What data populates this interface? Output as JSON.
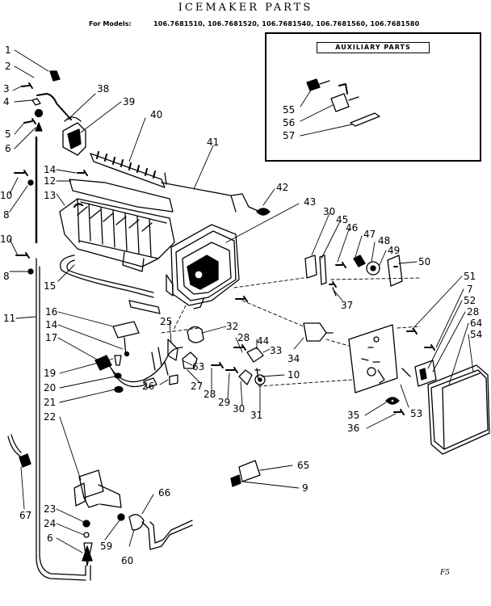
{
  "title": "ICEMAKER PARTS",
  "models_label": "For Models:",
  "models": "106.7681510, 106.7681520, 106.7681540, 106.7681560, 106.7681580",
  "auxiliary_title": "AUXILIARY PARTS",
  "page_code": "F5",
  "parts": [
    {
      "id": "p1",
      "label": "1"
    },
    {
      "id": "p2",
      "label": "2"
    },
    {
      "id": "p3",
      "label": "3"
    },
    {
      "id": "p4",
      "label": "4"
    },
    {
      "id": "p5",
      "label": "5"
    },
    {
      "id": "p6a",
      "label": "6"
    },
    {
      "id": "p14a",
      "label": "14"
    },
    {
      "id": "p12",
      "label": "12"
    },
    {
      "id": "p13",
      "label": "13"
    },
    {
      "id": "p10a",
      "label": "10"
    },
    {
      "id": "p8a",
      "label": "8"
    },
    {
      "id": "p10b",
      "label": "10"
    },
    {
      "id": "p8b",
      "label": "8"
    },
    {
      "id": "p15",
      "label": "15"
    },
    {
      "id": "p11",
      "label": "11"
    },
    {
      "id": "p16",
      "label": "16"
    },
    {
      "id": "p14b",
      "label": "14"
    },
    {
      "id": "p17",
      "label": "17"
    },
    {
      "id": "p38",
      "label": "38"
    },
    {
      "id": "p39",
      "label": "39"
    },
    {
      "id": "p40",
      "label": "40"
    },
    {
      "id": "p41",
      "label": "41"
    },
    {
      "id": "p42",
      "label": "42"
    },
    {
      "id": "p43",
      "label": "43"
    },
    {
      "id": "p30a",
      "label": "30"
    },
    {
      "id": "p45",
      "label": "45"
    },
    {
      "id": "p46",
      "label": "46"
    },
    {
      "id": "p47",
      "label": "47"
    },
    {
      "id": "p48",
      "label": "48"
    },
    {
      "id": "p49",
      "label": "49"
    },
    {
      "id": "p50",
      "label": "50"
    },
    {
      "id": "p37",
      "label": "37"
    },
    {
      "id": "p51",
      "label": "51"
    },
    {
      "id": "p7",
      "label": "7"
    },
    {
      "id": "p52",
      "label": "52"
    },
    {
      "id": "p28a",
      "label": "28"
    },
    {
      "id": "p64",
      "label": "64"
    },
    {
      "id": "p54",
      "label": "54"
    },
    {
      "id": "p25",
      "label": "25"
    },
    {
      "id": "p32",
      "label": "32"
    },
    {
      "id": "p28b",
      "label": "28"
    },
    {
      "id": "p44",
      "label": "44"
    },
    {
      "id": "p33",
      "label": "33"
    },
    {
      "id": "p34",
      "label": "34"
    },
    {
      "id": "p63",
      "label": "63"
    },
    {
      "id": "p26",
      "label": "26"
    },
    {
      "id": "p27",
      "label": "27"
    },
    {
      "id": "p28c",
      "label": "28"
    },
    {
      "id": "p29",
      "label": "29"
    },
    {
      "id": "p30b",
      "label": "30"
    },
    {
      "id": "p31",
      "label": "31"
    },
    {
      "id": "p53",
      "label": "53"
    },
    {
      "id": "p35",
      "label": "35"
    },
    {
      "id": "p36",
      "label": "36"
    },
    {
      "id": "p19",
      "label": "19"
    },
    {
      "id": "p20",
      "label": "20"
    },
    {
      "id": "p21",
      "label": "21"
    },
    {
      "id": "p22",
      "label": "22"
    },
    {
      "id": "p67",
      "label": "67"
    },
    {
      "id": "p23",
      "label": "23"
    },
    {
      "id": "p24",
      "label": "24"
    },
    {
      "id": "p6b",
      "label": "6"
    },
    {
      "id": "p59",
      "label": "59"
    },
    {
      "id": "p60",
      "label": "60"
    },
    {
      "id": "p66",
      "label": "66"
    },
    {
      "id": "p10c",
      "label": "10"
    },
    {
      "id": "p65",
      "label": "65"
    },
    {
      "id": "p9",
      "label": "9"
    },
    {
      "id": "p55",
      "label": "55"
    },
    {
      "id": "p56",
      "label": "56"
    },
    {
      "id": "p57",
      "label": "57"
    }
  ]
}
